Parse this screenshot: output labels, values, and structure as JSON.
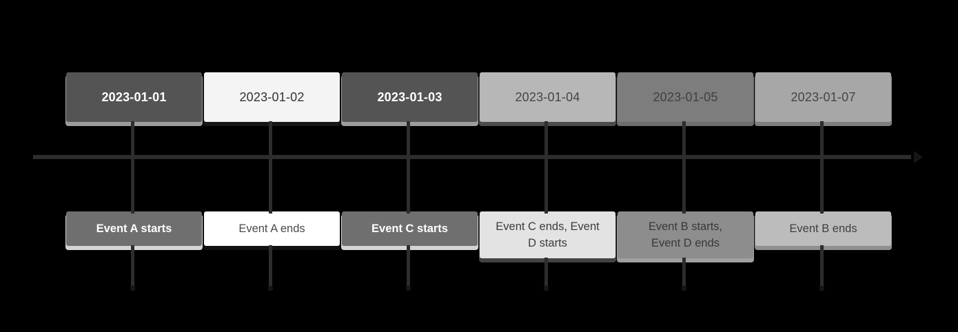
{
  "diagram": {
    "type": "timeline",
    "background": "#000000",
    "axis": {
      "line_color": "#2d2d2d",
      "cap_color": "#161616"
    },
    "columns": [
      {
        "date": "2023-01-01",
        "date_style": {
          "fill": "#545454",
          "text": "#ffffff",
          "edge": "#9c9c9c",
          "weight": "700"
        },
        "events": [
          "Event A starts"
        ],
        "event_style": {
          "fill": "#6f6f6f",
          "text": "#ffffff",
          "edge": "#d4d4d4",
          "weight": "700"
        }
      },
      {
        "date": "2023-01-02",
        "date_style": {
          "fill": "#f4f4f4",
          "text": "#333333",
          "edge": "#161616",
          "weight": "400"
        },
        "events": [
          "Event A ends"
        ],
        "event_style": {
          "fill": "#ffffff",
          "text": "#4a4a4a",
          "edge": "#111111",
          "weight": "400"
        }
      },
      {
        "date": "2023-01-03",
        "date_style": {
          "fill": "#545454",
          "text": "#ffffff",
          "edge": "#9c9c9c",
          "weight": "700"
        },
        "events": [
          "Event C starts"
        ],
        "event_style": {
          "fill": "#6f6f6f",
          "text": "#ffffff",
          "edge": "#d4d4d4",
          "weight": "700"
        }
      },
      {
        "date": "2023-01-04",
        "date_style": {
          "fill": "#b7b7b7",
          "text": "#464646",
          "edge": "#4c4c4c",
          "weight": "400"
        },
        "events": [
          "Event C ends, Event",
          "D starts"
        ],
        "event_style": {
          "fill": "#e3e3e3",
          "text": "#3c3c3c",
          "edge": "#434343",
          "weight": "400"
        }
      },
      {
        "date": "2023-01-05",
        "date_style": {
          "fill": "#7d7d7d",
          "text": "#404040",
          "edge": "#6d6d6d",
          "weight": "400"
        },
        "events": [
          "Event B starts,",
          "Event D ends"
        ],
        "event_style": {
          "fill": "#8d8d8d",
          "text": "#383838",
          "edge": "#a0a0a0",
          "weight": "400"
        }
      },
      {
        "date": "2023-01-07",
        "date_style": {
          "fill": "#a7a7a7",
          "text": "#454545",
          "edge": "#7e7e7e",
          "weight": "400"
        },
        "events": [
          "Event B ends"
        ],
        "event_style": {
          "fill": "#bcbcbc",
          "text": "#3f3f3f",
          "edge": "#8f8f8f",
          "weight": "400"
        }
      }
    ]
  }
}
